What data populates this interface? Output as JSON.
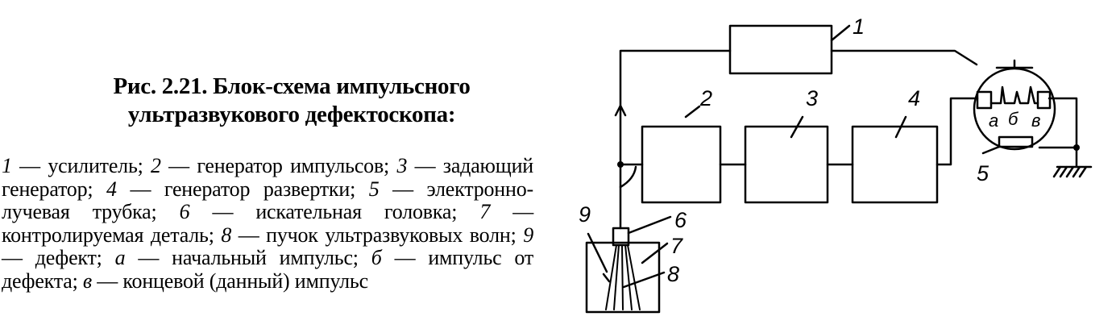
{
  "caption": {
    "title_line1": "Рис. 2.21. Блок-схема импульсного",
    "title_line2": "ультразвукового дефектоскопа:",
    "legend": [
      {
        "num": "1",
        "text": "усилитель; "
      },
      {
        "num": "2",
        "text": "генератор импульсов; "
      },
      {
        "num": "3",
        "text": "задающий генератор; "
      },
      {
        "num": "4",
        "text": "генератор развертки; "
      },
      {
        "num": "5",
        "text": "электронно-лучевая трубка; "
      },
      {
        "num": "6",
        "text": "искательная головка; "
      },
      {
        "num": "7",
        "text": "контролируемая деталь; "
      },
      {
        "num": "8",
        "text": "пучок ультразвуковых волн; "
      },
      {
        "num": "9",
        "text": "дефект; "
      },
      {
        "num": "а",
        "text": "начальный импульс; "
      },
      {
        "num": "б",
        "text": "импульс от дефекта; "
      },
      {
        "num": "в",
        "text": "концевой (данный) импульс"
      }
    ],
    "dash": " — "
  },
  "diagram": {
    "labels": {
      "amplifier": "1",
      "pulse_generator": "2",
      "master_generator": "3",
      "sweep_generator": "4",
      "crt": "5",
      "probe_head": "6",
      "test_part": "7",
      "wave_beam": "8",
      "defect": "9",
      "pulse_a": "а",
      "pulse_b": "б",
      "pulse_v": "в"
    }
  }
}
